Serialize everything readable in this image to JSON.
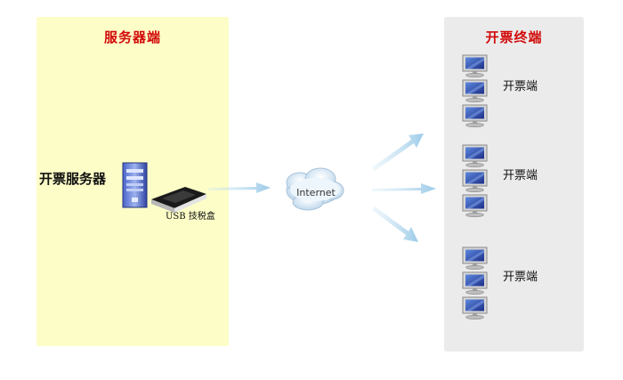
{
  "server_panel": {
    "title": "服务器端"
  },
  "client_panel": {
    "title": "开票终端"
  },
  "server": {
    "label": "开票服务器"
  },
  "usb_device": {
    "label": "USB 技税盒"
  },
  "network": {
    "label": "Internet"
  },
  "client_groups": [
    {
      "label": "开票端",
      "terminals": 3
    },
    {
      "label": "开票端",
      "terminals": 3
    },
    {
      "label": "开票端",
      "terminals": 3
    }
  ],
  "colors": {
    "title_red": "#d20a0a",
    "server_panel_bg": "#fdfdc8",
    "client_panel_bg": "#ebebeb",
    "arrow": "#a9cfe6"
  }
}
